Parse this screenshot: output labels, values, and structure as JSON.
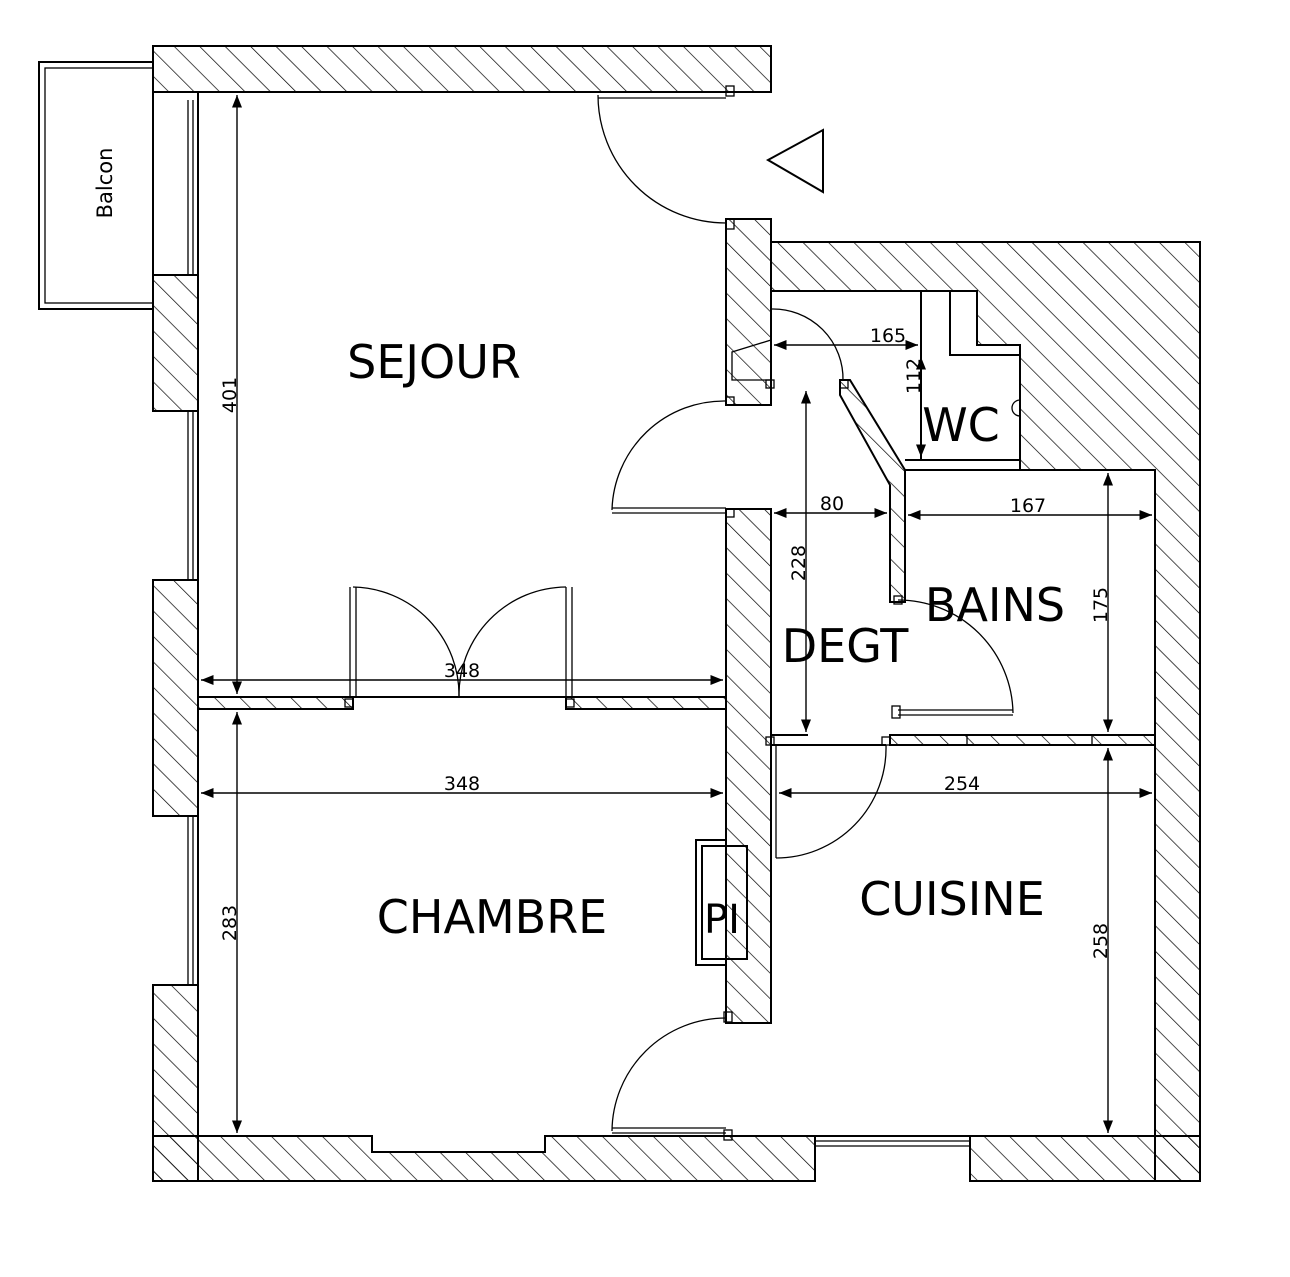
{
  "rooms": {
    "sejour": "SEJOUR",
    "chambre": "CHAMBRE",
    "cuisine": "CUISINE",
    "bains": "BAINS",
    "degt": "DEGT",
    "wc": "WC",
    "pi": "PI",
    "balcon": "Balcon"
  },
  "dimensions": {
    "sejour_height": "401",
    "sejour_width": "348",
    "chambre_width": "348",
    "chambre_height": "283",
    "degt_height": "228",
    "degt_width": "80",
    "wc_width": "165",
    "wc_height": "112",
    "bains_width": "167",
    "bains_height": "175",
    "cuisine_width": "254",
    "cuisine_height": "258"
  }
}
